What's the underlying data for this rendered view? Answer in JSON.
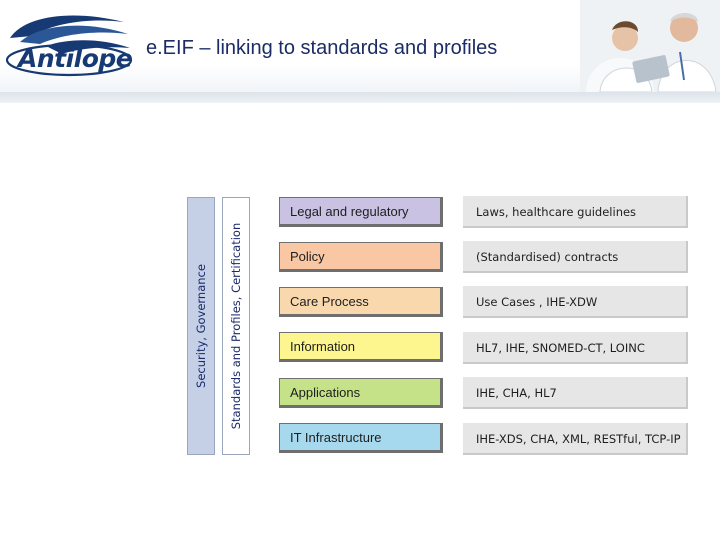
{
  "header": {
    "title": "e.EIF – linking to standards and profiles",
    "logo_text": "Antilope",
    "logo_icon": "antelope-head-icon",
    "photo_icon": "doctors-photo-icon"
  },
  "side_bars": {
    "security": "Security, Governance",
    "standards": "Standards and Profiles, Certification"
  },
  "layers": [
    {
      "label": "Legal and regulatory",
      "color": "#c9c2e3",
      "standard": "Laws, healthcare guidelines"
    },
    {
      "label": "Policy",
      "color": "#f9c7a4",
      "standard": "(Standardised) contracts"
    },
    {
      "label": "Care Process",
      "color": "#f9d8ad",
      "standard": "Use Cases , IHE-XDW"
    },
    {
      "label": "Information",
      "color": "#fdf58d",
      "standard": "HL7, IHE, SNOMED-CT, LOINC"
    },
    {
      "label": "Applications",
      "color": "#c5e288",
      "standard": "IHE, CHA, HL7"
    },
    {
      "label": "IT Infrastructure",
      "color": "#a7d9ee",
      "standard": "IHE-XDS, CHA, XML, RESTful, TCP-IP"
    }
  ]
}
